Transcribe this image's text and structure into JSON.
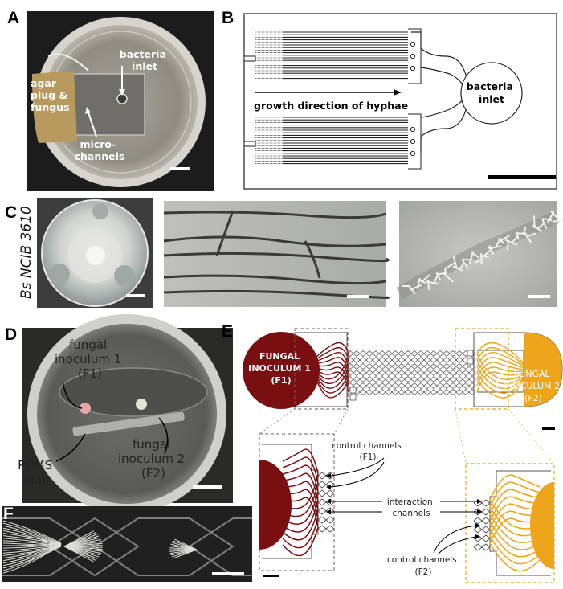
{
  "panels": {
    "A": {
      "letter": "A",
      "labels": {
        "bacteria_inlet": [
          "bacteria",
          "inlet"
        ],
        "agar": [
          "agar",
          "plug &",
          "fungus"
        ],
        "microchannels": [
          "micro-",
          "channels"
        ]
      }
    },
    "B": {
      "letter": "B",
      "labels": {
        "growth": "growth direction of hyphae",
        "inlet": [
          "bacteria",
          "inlet"
        ]
      }
    },
    "C": {
      "letter": "C",
      "side_label": "Bs NCIB 3610"
    },
    "D": {
      "letter": "D",
      "labels": {
        "f1": [
          "fungal",
          "inoculum 1",
          "(F1)"
        ],
        "f2": [
          "fungal",
          "inoculum 2",
          "(F2)"
        ],
        "pdms": [
          "PDMS",
          "slab"
        ]
      }
    },
    "E": {
      "letter": "E",
      "labels": {
        "f1": [
          "FUNGAL",
          "INOCULUM 1",
          "(F1)"
        ],
        "f2": [
          "FUNGAL",
          "INOCULUM 2",
          "(F2)"
        ],
        "control_f1": [
          "control channels",
          "(F1)"
        ],
        "interaction": [
          "interaction",
          "channels"
        ],
        "control_f2": [
          "control channels",
          "(F2)"
        ]
      },
      "colors": {
        "f1": "#7a0f12",
        "f2": "#eea51b"
      }
    },
    "F": {
      "letter": "F"
    }
  }
}
